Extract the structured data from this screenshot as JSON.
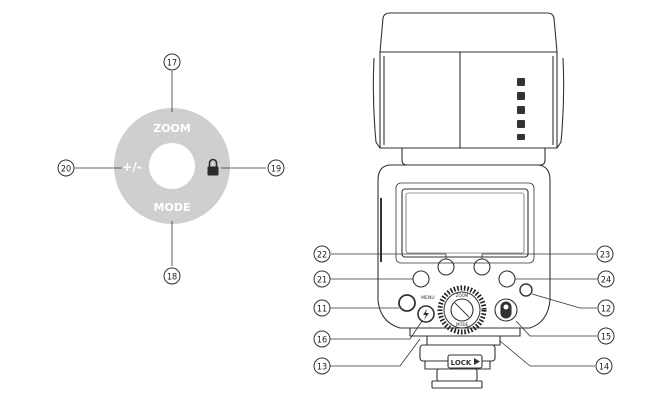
{
  "dial": {
    "zoom_label": "ZOOM",
    "plusminus_label": "+/-",
    "mode_label": "MODE",
    "lock_icon": "lock-icon",
    "callouts": {
      "top": "17",
      "bottom": "18",
      "right": "19",
      "left": "20"
    }
  },
  "flash": {
    "lock_label": "LOCK",
    "menu_label": "MENU",
    "wheel_top_label": "ZOOM",
    "wheel_bottom_label": "MODE",
    "callouts": {
      "c22": "22",
      "c23": "23",
      "c21": "21",
      "c24": "24",
      "c11": "11",
      "c12": "12",
      "c16": "16",
      "c15": "15",
      "c13": "13",
      "c14": "14"
    }
  }
}
